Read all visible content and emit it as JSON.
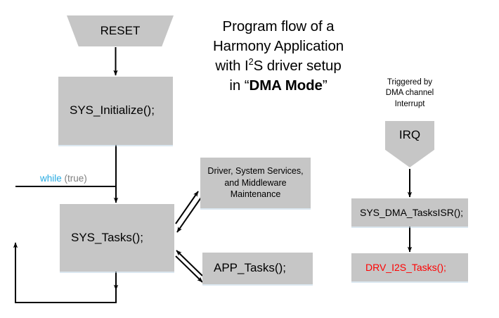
{
  "diagram": {
    "title_lines": [
      "Program flow of a",
      "Harmony Application",
      "with I2S driver setup",
      "in \"DMA Mode\""
    ],
    "title": {
      "line1": "Program flow of a",
      "line2": "Harmony Application",
      "line3_prefix": "with I",
      "line3_sup": "2",
      "line3_suffix": "S driver setup",
      "line4_prefix": "in “",
      "line4_bold": "DMA Mode",
      "line4_suffix": "”"
    },
    "left_flow": {
      "reset": "RESET",
      "sys_initialize": "SYS_Initialize();",
      "loop_label": {
        "keyword": "while",
        "condition": "(true)"
      },
      "sys_tasks": "SYS_Tasks();",
      "driver_box": {
        "line1": "Driver, System Services,",
        "line2": "and Middleware",
        "line3": "Maintenance"
      },
      "app_tasks": "APP_Tasks();"
    },
    "right_flow": {
      "note": {
        "line1": "Triggered by",
        "line2": "DMA channel",
        "line3": "Interrupt"
      },
      "irq": "IRQ",
      "dma_isr": "SYS_DMA_TasksISR();",
      "drv_i2s": "DRV_I2S_Tasks();"
    },
    "colors": {
      "node_fill": "#c6c6c6",
      "keyword": "#29abe2",
      "condition": "#808080",
      "highlight": "#ff0000",
      "line": "#000000",
      "background": "#ffffff"
    }
  }
}
